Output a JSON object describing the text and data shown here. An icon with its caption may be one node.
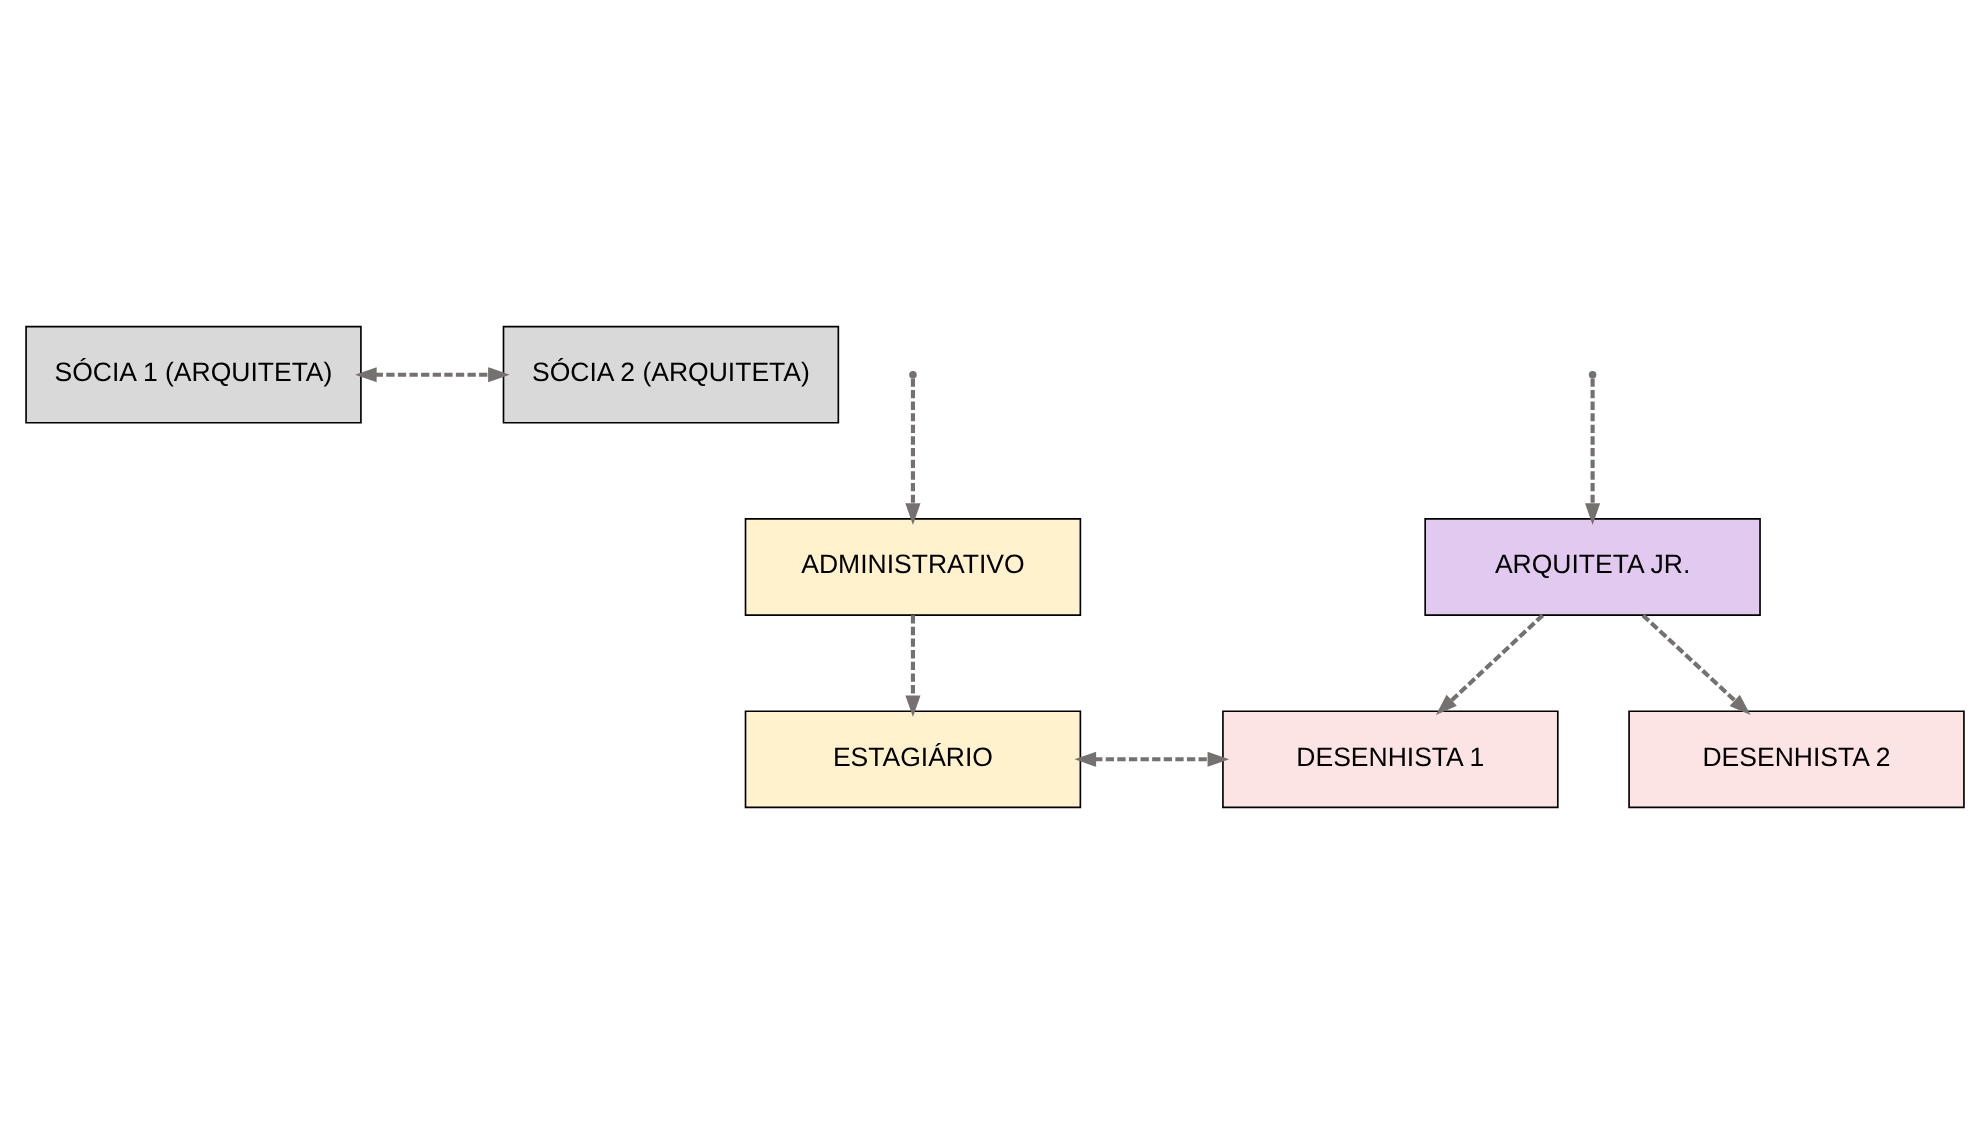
{
  "diagram": {
    "nodes": [
      {
        "text": [
          "SÓCIA 1 (ARQUITETA)"
        ]
      },
      {
        "text": [
          "SÓCIA 2 (ARQUITETA)"
        ]
      },
      {
        "text": [
          "ADMINISTRATIVO"
        ]
      },
      {
        "text": [
          "ARQUITETA JR."
        ]
      },
      {
        "text": [
          "ESTAGIÁRIO"
        ]
      },
      {
        "text": [
          "DESENHISTA 1"
        ]
      },
      {
        "text": [
          "DESENHISTA 2"
        ]
      }
    ],
    "edges": [
      {
        "from": 0,
        "to": 1,
        "arrow": "both",
        "style": "dashed"
      },
      {
        "from": null,
        "to": 2,
        "arrow": "to",
        "style": "dashed"
      },
      {
        "from": null,
        "to": 3,
        "arrow": "to",
        "style": "dashed"
      },
      {
        "from": 2,
        "to": 4,
        "arrow": "to",
        "style": "dashed"
      },
      {
        "from": 3,
        "to": 5,
        "arrow": "to",
        "style": "dashed"
      },
      {
        "from": 3,
        "to": 6,
        "arrow": "to",
        "style": "dashed"
      },
      {
        "from": 4,
        "to": 5,
        "arrow": "both",
        "style": "dashed"
      }
    ]
  }
}
